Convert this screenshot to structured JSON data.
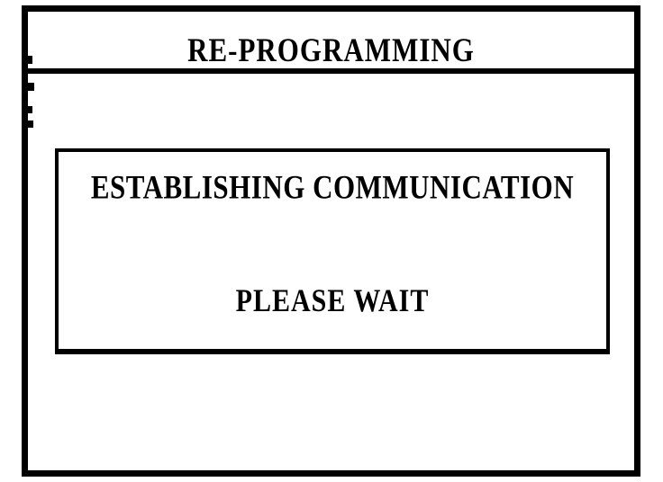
{
  "window": {
    "title": "RE-PROGRAMMING"
  },
  "status_dialog": {
    "message_line1": "ESTABLISHING COMMUNICATION",
    "message_line2": "PLEASE WAIT"
  },
  "colors": {
    "foreground": "#000000",
    "background": "#ffffff"
  }
}
